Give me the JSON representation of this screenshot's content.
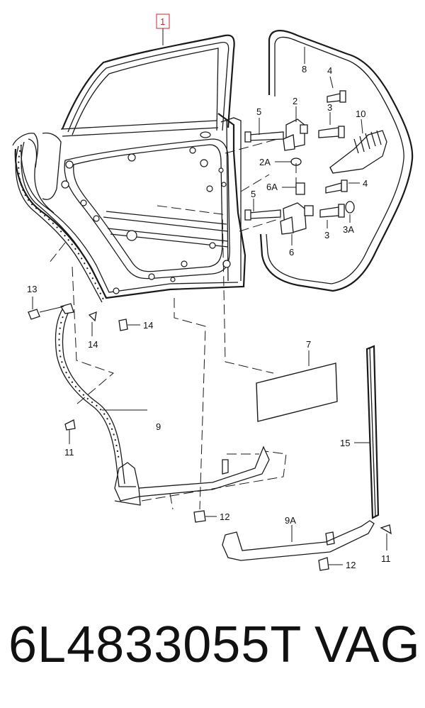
{
  "diagram": {
    "callouts": [
      {
        "id": "c1",
        "text": "1",
        "boxed": true
      },
      {
        "id": "c2",
        "text": "2"
      },
      {
        "id": "c2a",
        "text": "2A"
      },
      {
        "id": "c3a",
        "text": "3"
      },
      {
        "id": "c3b",
        "text": "3"
      },
      {
        "id": "c3c",
        "text": "3A"
      },
      {
        "id": "c4a",
        "text": "4"
      },
      {
        "id": "c4b",
        "text": "4"
      },
      {
        "id": "c5a",
        "text": "5"
      },
      {
        "id": "c5b",
        "text": "5"
      },
      {
        "id": "c6",
        "text": "6"
      },
      {
        "id": "c6a",
        "text": "6A"
      },
      {
        "id": "c7",
        "text": "7"
      },
      {
        "id": "c8",
        "text": "8"
      },
      {
        "id": "c9",
        "text": "9"
      },
      {
        "id": "c9a",
        "text": "9A"
      },
      {
        "id": "c10",
        "text": "10"
      },
      {
        "id": "c11a",
        "text": "11"
      },
      {
        "id": "c11b",
        "text": "11"
      },
      {
        "id": "c12a",
        "text": "12"
      },
      {
        "id": "c12b",
        "text": "12"
      },
      {
        "id": "c13",
        "text": "13"
      },
      {
        "id": "c14a",
        "text": "14"
      },
      {
        "id": "c14b",
        "text": "14"
      },
      {
        "id": "c15",
        "text": "15"
      }
    ],
    "highlight_color": "#d0262f"
  },
  "footer": {
    "part_number": "6L4833055T",
    "brand": "VAG"
  }
}
